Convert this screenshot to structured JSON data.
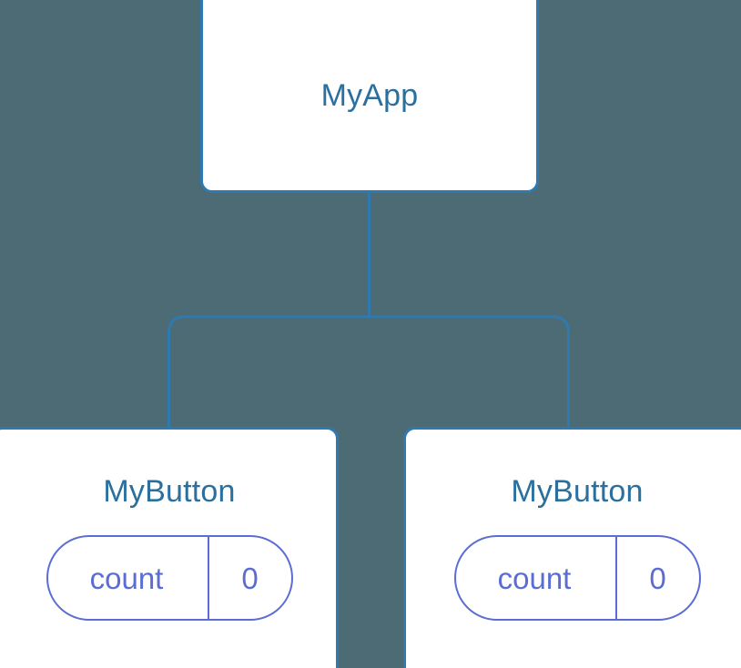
{
  "diagram": {
    "title": "component-tree",
    "background_color": "#4d6b75",
    "node_border_color": "#2e7ab0",
    "node_title_color": "#2b6f9e",
    "state_accent_color": "#5b6cd4",
    "edge_color": "#2e7ab0"
  },
  "root": {
    "label": "MyApp"
  },
  "children": [
    {
      "label": "MyButton",
      "state": {
        "key": "count",
        "value": "0"
      }
    },
    {
      "label": "MyButton",
      "state": {
        "key": "count",
        "value": "0"
      }
    }
  ]
}
